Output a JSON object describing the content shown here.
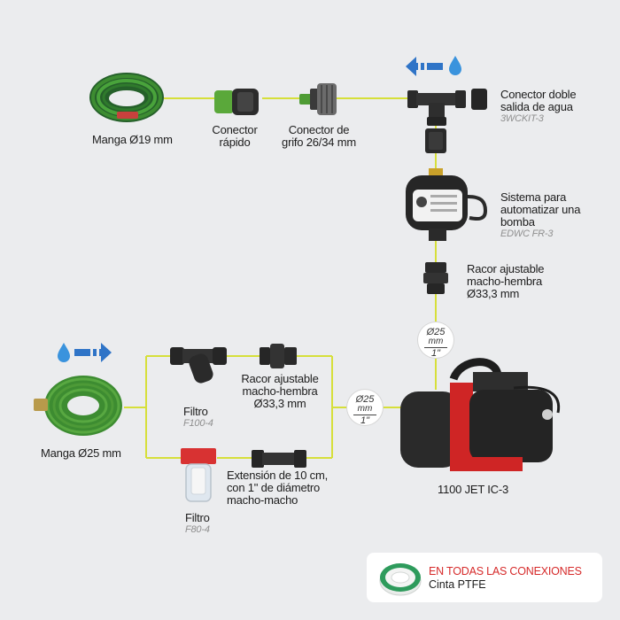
{
  "colors": {
    "line": "#d6df3a",
    "arrow": "#2f74c7",
    "accent": "#d62a2a",
    "hose": "#3d8c31"
  },
  "components": {
    "hose_19": {
      "name": "Manga Ø19 mm"
    },
    "quick_connector": {
      "name": "Conector rápido"
    },
    "tap_connector": {
      "name": "Conector de grifo 26/34 mm"
    },
    "double_outlet": {
      "name": "Conector doble salida de agua",
      "code": "3WCKIT-3"
    },
    "automation": {
      "name": "Sistema para automatizar una bomba",
      "code": "EDWC FR-3"
    },
    "fitting_top": {
      "name": "Racor ajustable macho-hembra Ø33,3 mm"
    },
    "hose_25": {
      "name": "Manga Ø25 mm"
    },
    "filter_f100": {
      "name": "Filtro",
      "code": "F100-4"
    },
    "fitting_mid": {
      "name": "Racor ajustable macho-hembra Ø33,3 mm"
    },
    "extension": {
      "name": "Extensión de 10 cm, con 1\" de diámetro macho-macho"
    },
    "filter_f80": {
      "name": "Filtro",
      "code": "F80-4"
    },
    "pump": {
      "name": "1100 JET IC-3"
    }
  },
  "size_badge": {
    "top": "Ø25",
    "unit": "mm",
    "bottom": "1\""
  },
  "footer_note": {
    "title": "EN TODAS LAS CONEXIONES",
    "subtitle": "Cinta PTFE"
  },
  "icons": [
    "hose-coil-icon",
    "quick-connector-icon",
    "tap-connector-icon",
    "tee-connector-icon",
    "pressure-controller-icon",
    "fitting-icon",
    "filter-icon",
    "extension-pipe-icon",
    "clear-filter-icon",
    "jet-pump-icon",
    "flow-arrow-icon",
    "water-drop-icon",
    "ptfe-tape-icon"
  ]
}
